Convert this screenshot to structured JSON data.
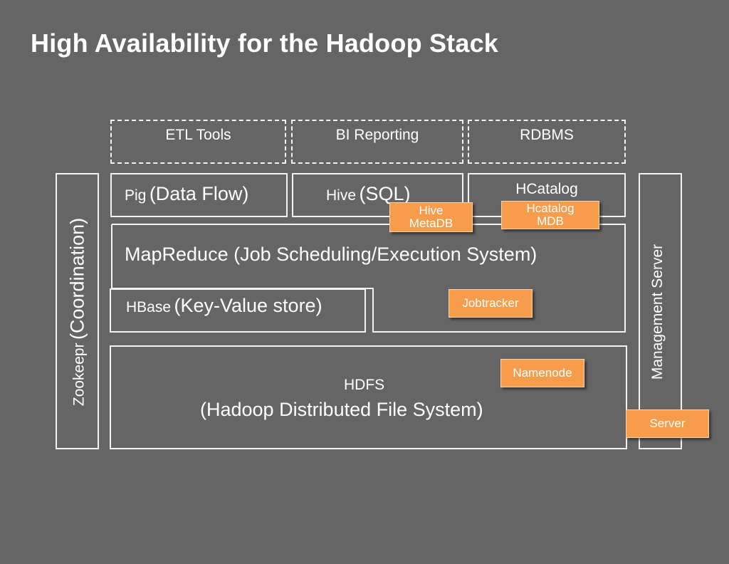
{
  "title": "High Availability for the Hadoop Stack",
  "top_row": [
    "ETL Tools",
    "BI Reporting",
    "RDBMS"
  ],
  "layers": {
    "pig": {
      "small": "Pig",
      "big": "(Data Flow)"
    },
    "hive": {
      "small": "Hive",
      "big": "(SQL)"
    },
    "hcatalog": "HCatalog",
    "mapreduce": "MapReduce (Job Scheduling/Execution System)",
    "hbase": {
      "small": "HBase",
      "big": "(Key-Value store)"
    },
    "hdfs": {
      "line1": "HDFS",
      "line2": "(Hadoop Distributed File System)"
    }
  },
  "sides": {
    "zookeeper": {
      "small": "Zookeepr",
      "big": "(Coordination)"
    },
    "management": "Management Server"
  },
  "tags": {
    "hive_metadb": [
      "Hive",
      "MetaDB"
    ],
    "hcatalog_mdb": [
      "Hcatalog",
      "MDB"
    ],
    "jobtracker": "Jobtracker",
    "namenode": "Namenode",
    "server": "Server"
  },
  "colors": {
    "background": "#656565",
    "tag": "#f79c4a",
    "line": "#f2f2f2"
  }
}
